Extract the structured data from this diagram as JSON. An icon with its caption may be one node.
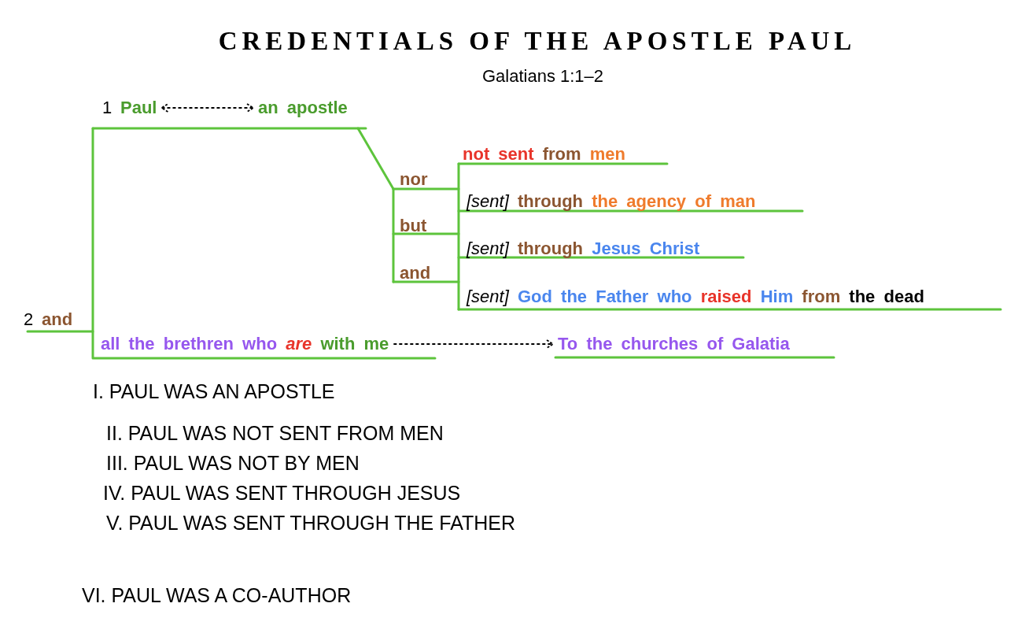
{
  "diagram": {
    "title": "CREDENTIALS OF THE APOSTLE PAUL",
    "nodes": [
      {
        "text": [
          "Paul"
        ],
        "beside": [
          "1"
        ]
      },
      {
        "text": [
          "an apostle"
        ]
      },
      {
        "text": [
          "not sent from men"
        ]
      },
      {
        "text": [
          "nor"
        ]
      },
      {
        "text": [
          "*[sent]* through the agency of man"
        ]
      },
      {
        "text": [
          "but"
        ]
      },
      {
        "text": [
          "*[sent]* through Jesus Christ"
        ]
      },
      {
        "text": [
          "and"
        ]
      },
      {
        "text": [
          "*[sent]* God the Father who raised Him from the dead"
        ]
      },
      {
        "text": [
          "and"
        ],
        "beside": [
          "2"
        ]
      },
      {
        "text": [
          "all the brethren who *are* with me"
        ]
      },
      {
        "text": [
          "To the churches of Galatia"
        ]
      }
    ],
    "edges": [
      {
        "from": 0,
        "to": 1,
        "arrow": "both",
        "style": "dashed"
      },
      {
        "from": 10,
        "to": 11,
        "arrow": "to",
        "style": "dashed"
      }
    ],
    "labels": [
      "Galatians 1:1–2",
      "I. PAUL WAS AN APOSTLE",
      "II. PAUL WAS NOT SENT FROM MEN",
      "III. PAUL WAS NOT BY MEN",
      "IV. PAUL WAS SENT THROUGH JESUS",
      "V. PAUL WAS SENT THROUGH THE FATHER",
      "VI. PAUL WAS A CO-AUTHOR"
    ]
  }
}
